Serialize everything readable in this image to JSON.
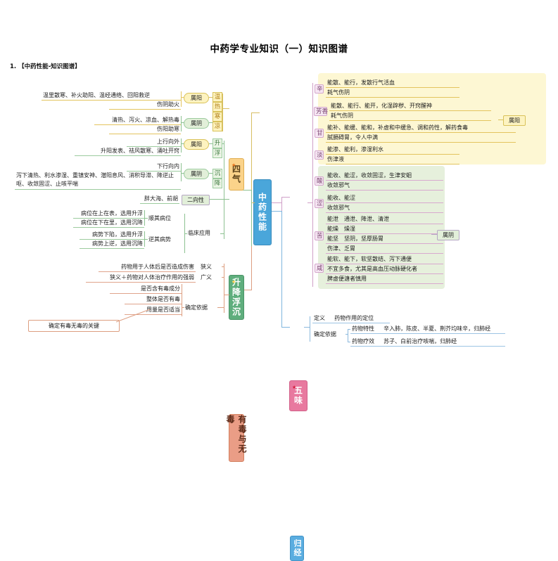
{
  "document": {
    "title": "中药学专业知识（一）知识图谱",
    "section_number": "1.",
    "section_title": "【中药性能-知识图谱】"
  },
  "center": {
    "label": "中药性能"
  },
  "branches": {
    "siqi": {
      "label": "四气",
      "color": "#fbd38a",
      "star": "★",
      "cells": [
        "温",
        "热",
        "寒",
        "凉"
      ],
      "yang_label": "属阳",
      "yin_label": "属阴",
      "yang_lines": [
        "温里散寒、补火助阳、温经通络、回阳救逆",
        "伤阴助火"
      ],
      "yin_lines": [
        "清热、泻火、凉血、解热毒",
        "伤阳助寒"
      ]
    },
    "shengjiang": {
      "label": "升降浮沉",
      "color": "#5fae7d",
      "star": "★",
      "cells": [
        "升",
        "浮",
        "沉",
        "降"
      ],
      "yang_label": "属阳",
      "yin_label": "属阴",
      "yang_lines": [
        "上行向外",
        "升阳发表、祛风散寒、涌吐开窍"
      ],
      "yin_lines": [
        "下行向内",
        "泻下清热、利水渗湿、重镇安神、潜阳息风、消积导滞、降逆止呕、收敛固涩、止咳平喘"
      ],
      "bidirectional_label": "二向性",
      "bidirectional_text": "胖大海、前胡",
      "clinical_label": "临床应用",
      "clinical_groups": [
        {
          "label": "顺其病位",
          "items": [
            "病位在上在表，选用升浮",
            "病位在下在里，选用沉降"
          ]
        },
        {
          "label": "逆其病势",
          "items": [
            "病势下陷，选用升浮",
            "病势上逆，选用沉降"
          ]
        }
      ]
    },
    "dudu": {
      "label": "有毒与无毒",
      "color": "#ea9d86",
      "definitions": [
        {
          "text": "药物用于人体后是否造成伤害",
          "tag": "狭义"
        },
        {
          "text": "狭义＋药物对人体治疗作用的强弱",
          "tag": "广义"
        }
      ],
      "basis_label": "确定依据",
      "basis_items": [
        "是否含有毒成分",
        "整体是否有毒",
        "用量是否适当"
      ],
      "key_note": "确定有毒无毒的关键"
    },
    "wuwei": {
      "label": "五味",
      "color": "#e8799f",
      "star": "★",
      "yang_label": "属阳",
      "yin_label": "属阴",
      "yang_group": [
        {
          "key": "辛",
          "lines": [
            "能散、能行，发散行气活血",
            "耗气伤阴"
          ]
        },
        {
          "key": "芳香",
          "lines": [
            "能散、能行、能开，化湿辟秽、开窍醒神",
            "耗气伤阴"
          ]
        },
        {
          "key": "甘",
          "lines": [
            "能补、能缓、能和，补虚和中缓急、调和药性，解药食毒",
            "腻膈碍胃，令人中满"
          ]
        },
        {
          "key": "淡",
          "lines": [
            "能渗、能利，渗湿利水",
            "伤津液"
          ]
        }
      ],
      "yin_group": [
        {
          "key": "酸",
          "lines": [
            "能收、能涩，收敛固涩，生津安蛔",
            "收敛邪气"
          ]
        },
        {
          "key": "涩",
          "lines": [
            "能收、能涩",
            "收敛邪气"
          ]
        },
        {
          "key": "苦",
          "lines": [
            "能泄　通泄、降泄、清泄",
            "能燥　燥湿",
            "能坚　坚阴，坚厚肠胃",
            "伤津、乏胃"
          ]
        },
        {
          "key": "咸",
          "lines": [
            "能软、能下，软坚散结、泻下通便",
            "不宜多食，尤其是高血压动脉硬化者",
            "脾虚便溏者慎用"
          ]
        }
      ]
    },
    "guijing": {
      "label": "归经",
      "color": "#5aade0",
      "definition_label": "定义",
      "definition_text": "药物作用的定位",
      "basis_label": "确定依据",
      "basis_items": [
        {
          "label": "药物特性",
          "text": "辛入肺，陈皮、半夏、荆芥均味辛，归肺经"
        },
        {
          "label": "药物疗效",
          "text": "苏子、白前治疗咳喘，归肺经"
        }
      ]
    }
  }
}
